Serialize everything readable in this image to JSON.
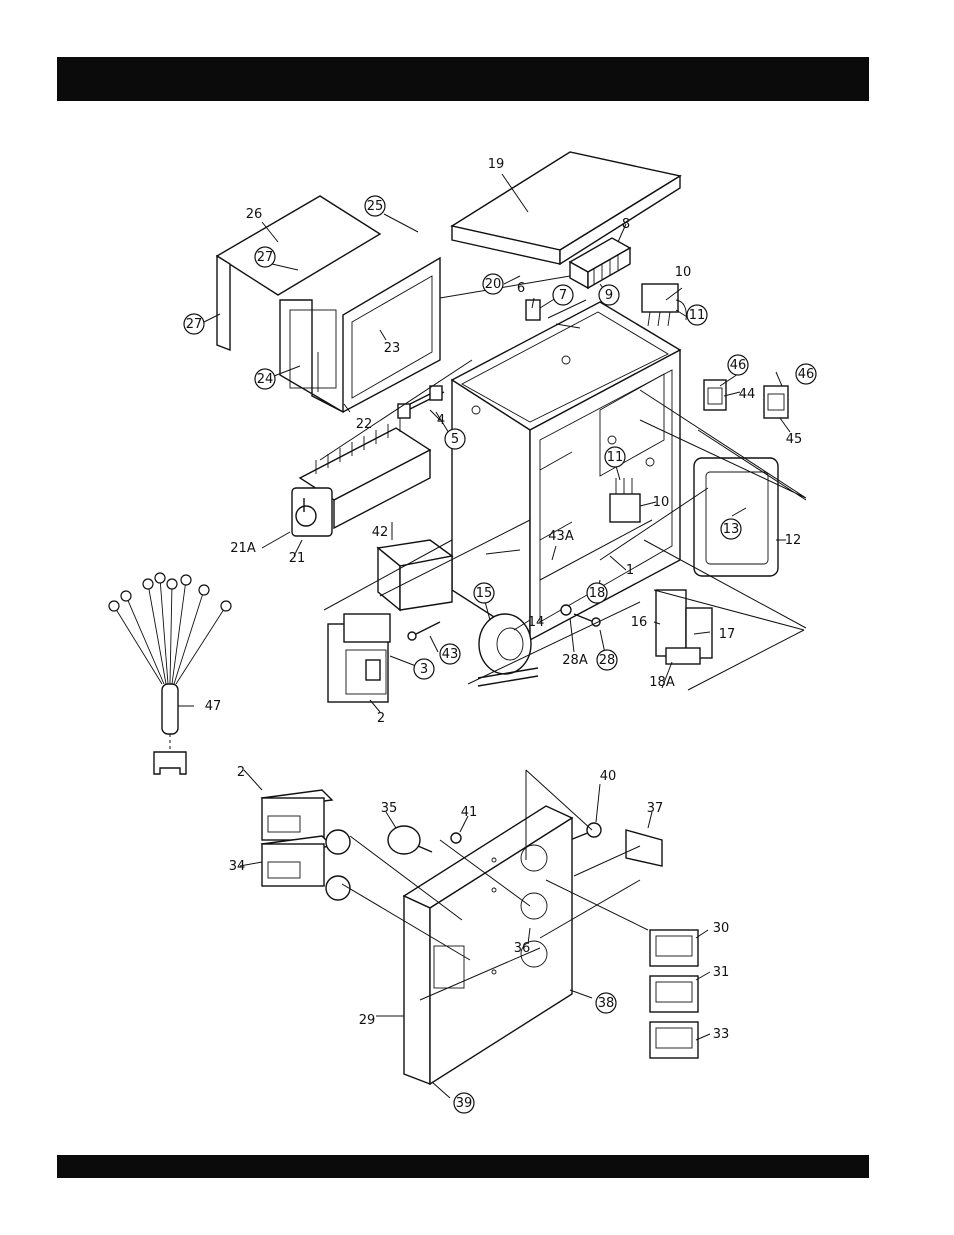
{
  "header": {
    "title": ""
  },
  "footer": {
    "text": ""
  },
  "callouts": [
    {
      "id": "19",
      "label": "19",
      "circled": false
    },
    {
      "id": "26",
      "label": "26",
      "circled": false
    },
    {
      "id": "25",
      "label": "25",
      "circled": true
    },
    {
      "id": "27a",
      "label": "27",
      "circled": true
    },
    {
      "id": "27b",
      "label": "27",
      "circled": true
    },
    {
      "id": "8",
      "label": "8",
      "circled": false
    },
    {
      "id": "20",
      "label": "20",
      "circled": true
    },
    {
      "id": "6",
      "label": "6",
      "circled": false
    },
    {
      "id": "7",
      "label": "7",
      "circled": true
    },
    {
      "id": "9",
      "label": "9",
      "circled": true
    },
    {
      "id": "10a",
      "label": "10",
      "circled": false
    },
    {
      "id": "11a",
      "label": "11",
      "circled": true
    },
    {
      "id": "23",
      "label": "23",
      "circled": false
    },
    {
      "id": "24",
      "label": "24",
      "circled": true
    },
    {
      "id": "22",
      "label": "22",
      "circled": false
    },
    {
      "id": "4",
      "label": "4",
      "circled": false
    },
    {
      "id": "5",
      "label": "5",
      "circled": true
    },
    {
      "id": "46a",
      "label": "46",
      "circled": true
    },
    {
      "id": "44",
      "label": "44",
      "circled": false
    },
    {
      "id": "46b",
      "label": "46",
      "circled": true
    },
    {
      "id": "45",
      "label": "45",
      "circled": false
    },
    {
      "id": "11b",
      "label": "11",
      "circled": true
    },
    {
      "id": "10b",
      "label": "10",
      "circled": false
    },
    {
      "id": "13",
      "label": "13",
      "circled": true
    },
    {
      "id": "12",
      "label": "12",
      "circled": false
    },
    {
      "id": "21A",
      "label": "21A",
      "circled": false
    },
    {
      "id": "21",
      "label": "21",
      "circled": false
    },
    {
      "id": "42",
      "label": "42",
      "circled": false
    },
    {
      "id": "43A",
      "label": "43A",
      "circled": false
    },
    {
      "id": "1",
      "label": "1",
      "circled": false
    },
    {
      "id": "18",
      "label": "18",
      "circled": true
    },
    {
      "id": "15",
      "label": "15",
      "circled": true
    },
    {
      "id": "14",
      "label": "14",
      "circled": false
    },
    {
      "id": "16",
      "label": "16",
      "circled": false
    },
    {
      "id": "17",
      "label": "17",
      "circled": false
    },
    {
      "id": "43",
      "label": "43",
      "circled": true
    },
    {
      "id": "3",
      "label": "3",
      "circled": true
    },
    {
      "id": "28A",
      "label": "28A",
      "circled": false
    },
    {
      "id": "28",
      "label": "28",
      "circled": true
    },
    {
      "id": "18A",
      "label": "18A",
      "circled": false
    },
    {
      "id": "2a",
      "label": "2",
      "circled": false
    },
    {
      "id": "47",
      "label": "47",
      "circled": false
    },
    {
      "id": "2b",
      "label": "2",
      "circled": false
    },
    {
      "id": "40",
      "label": "40",
      "circled": false
    },
    {
      "id": "35",
      "label": "35",
      "circled": false
    },
    {
      "id": "41",
      "label": "41",
      "circled": false
    },
    {
      "id": "37",
      "label": "37",
      "circled": false
    },
    {
      "id": "34",
      "label": "34",
      "circled": false
    },
    {
      "id": "36",
      "label": "36",
      "circled": false
    },
    {
      "id": "30",
      "label": "30",
      "circled": false
    },
    {
      "id": "38",
      "label": "38",
      "circled": true
    },
    {
      "id": "31",
      "label": "31",
      "circled": false
    },
    {
      "id": "29",
      "label": "29",
      "circled": false
    },
    {
      "id": "33",
      "label": "33",
      "circled": false
    },
    {
      "id": "39",
      "label": "39",
      "circled": true
    }
  ]
}
